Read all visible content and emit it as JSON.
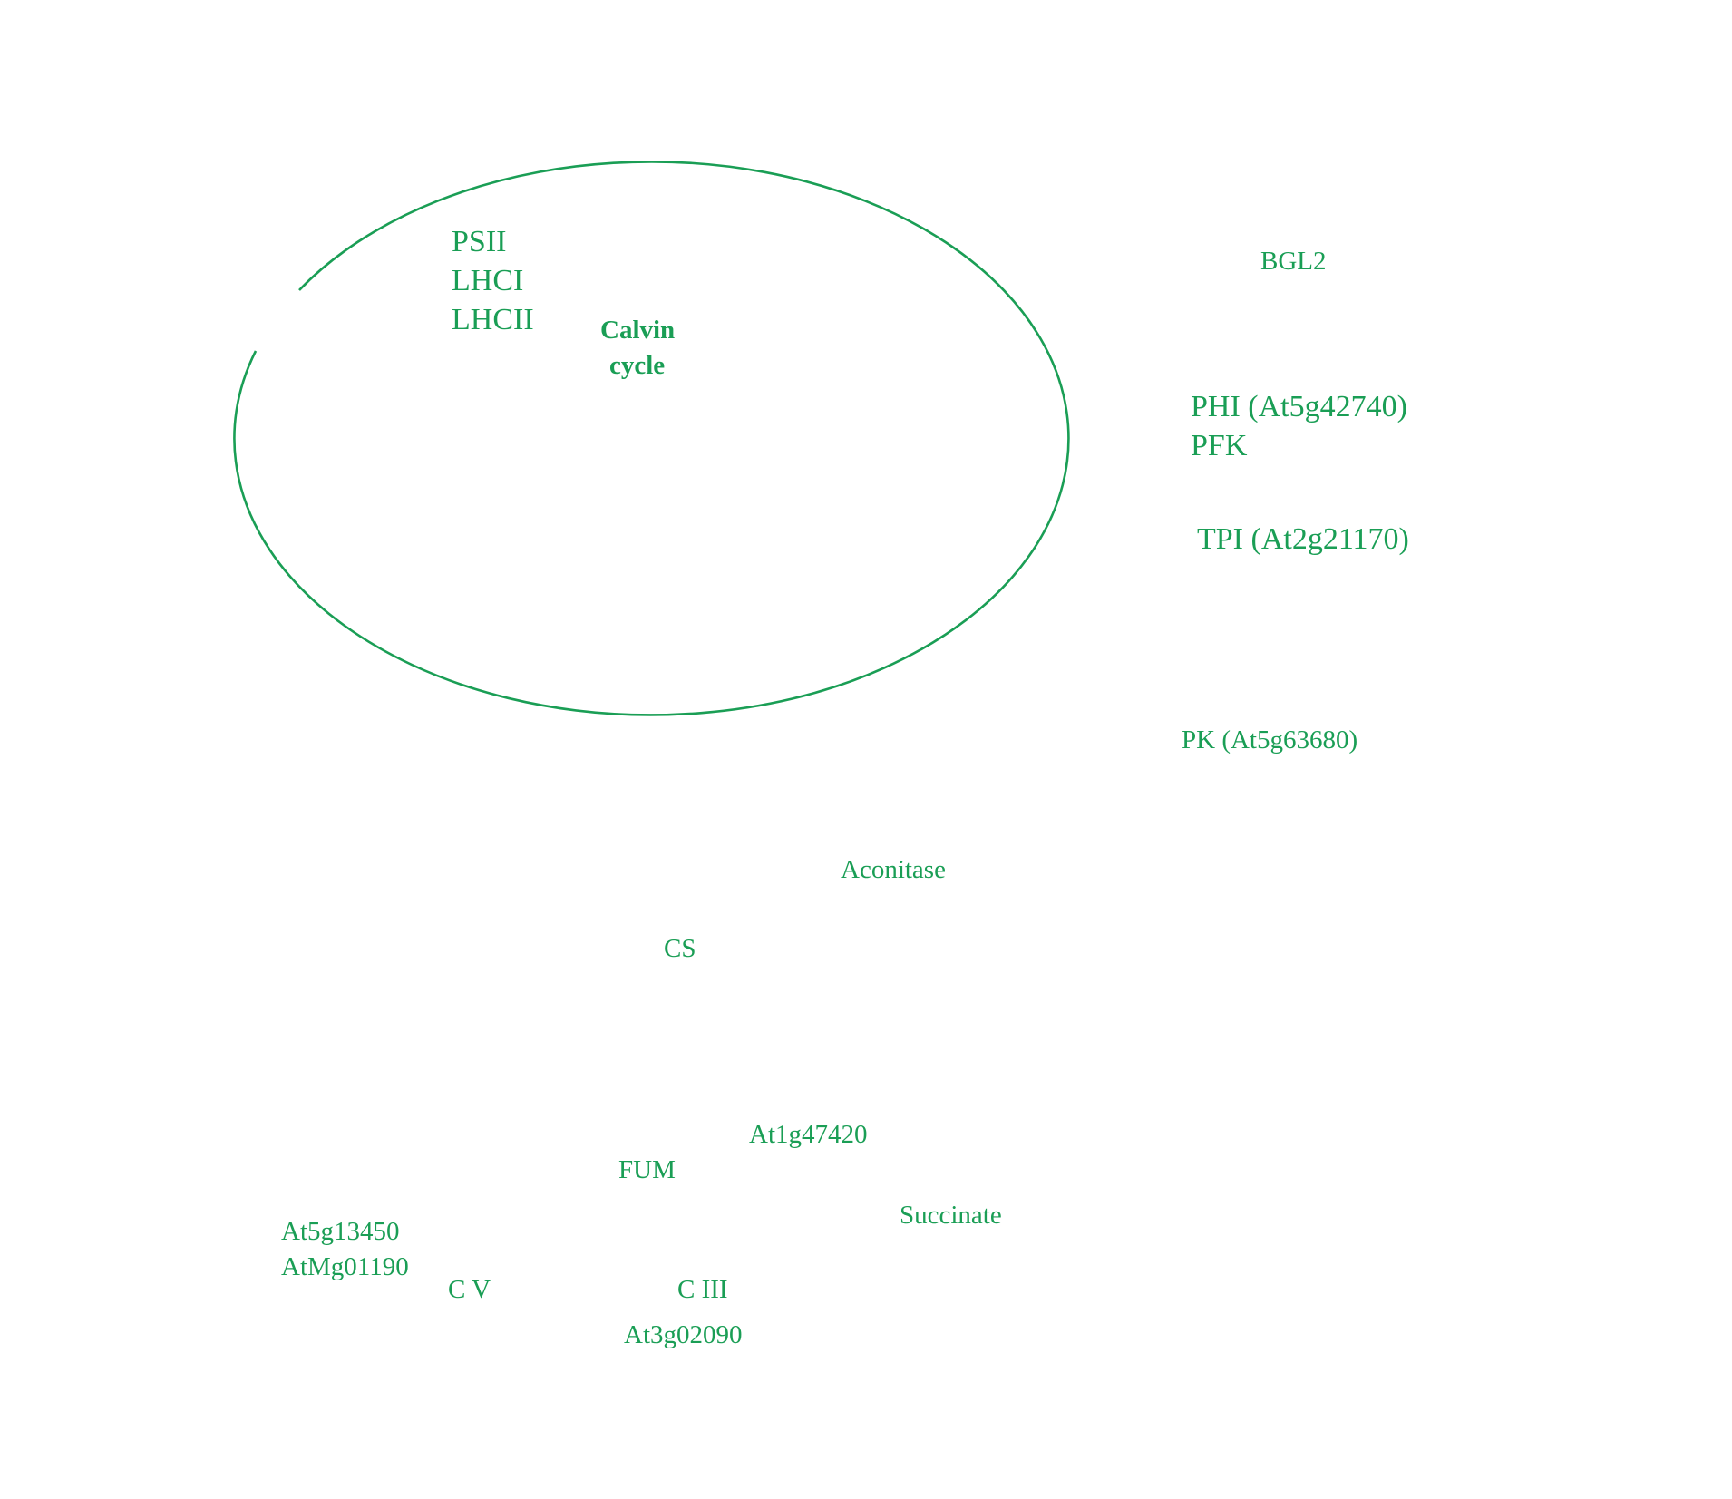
{
  "colors": {
    "accent": "#1a9e55",
    "background": "#ffffff"
  },
  "chloroplast_labels": {
    "psii": "PSII",
    "lhci": "LHCI",
    "lhcii": "LHCII",
    "calvin_line1": "Calvin",
    "calvin_line2": "cycle"
  },
  "glycolysis_labels": {
    "bgl2": "BGL2",
    "phi": "PHI (At5g42740)",
    "pfk": "PFK",
    "tpi": "TPI (At2g21170)",
    "pk": "PK (At5g63680)"
  },
  "tca_labels": {
    "aconitase": "Aconitase",
    "cs": "CS",
    "at1g47420": "At1g47420",
    "fum": "FUM",
    "succinate": "Succinate"
  },
  "etc_labels": {
    "at5g13450": "At5g13450",
    "atmg01190": "AtMg01190",
    "cv": "C V",
    "ciii": "C III",
    "at3g02090": "At3g02090"
  }
}
